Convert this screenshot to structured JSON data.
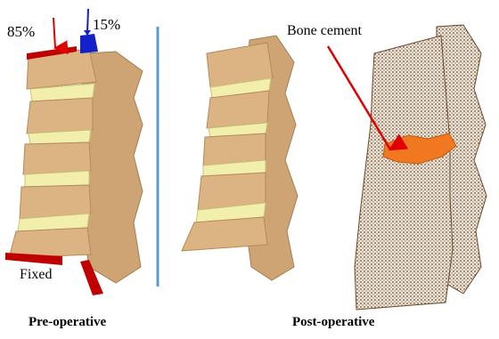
{
  "labels": {
    "load_left_percent": "85%",
    "load_right_percent": "15%",
    "fixed": "Fixed",
    "bone_cement": "Bone cement"
  },
  "captions": {
    "pre": "Pre-operative",
    "post": "Post-operative"
  },
  "colors": {
    "bone": "#dcb383",
    "bone_dark": "#b48a5a",
    "disc": "#f1efab",
    "left_load_arrow": "#e00000",
    "right_load_arrow": "#1420c8",
    "fixed_support": "#c00000",
    "cement": "#f07820",
    "mesh": "#6b4a2a",
    "divider": "#5b9bd5"
  },
  "icons": {
    "left_arrow": "arrow-down-icon",
    "right_arrow": "arrow-down-icon",
    "cement_pointer": "arrow-icon"
  }
}
